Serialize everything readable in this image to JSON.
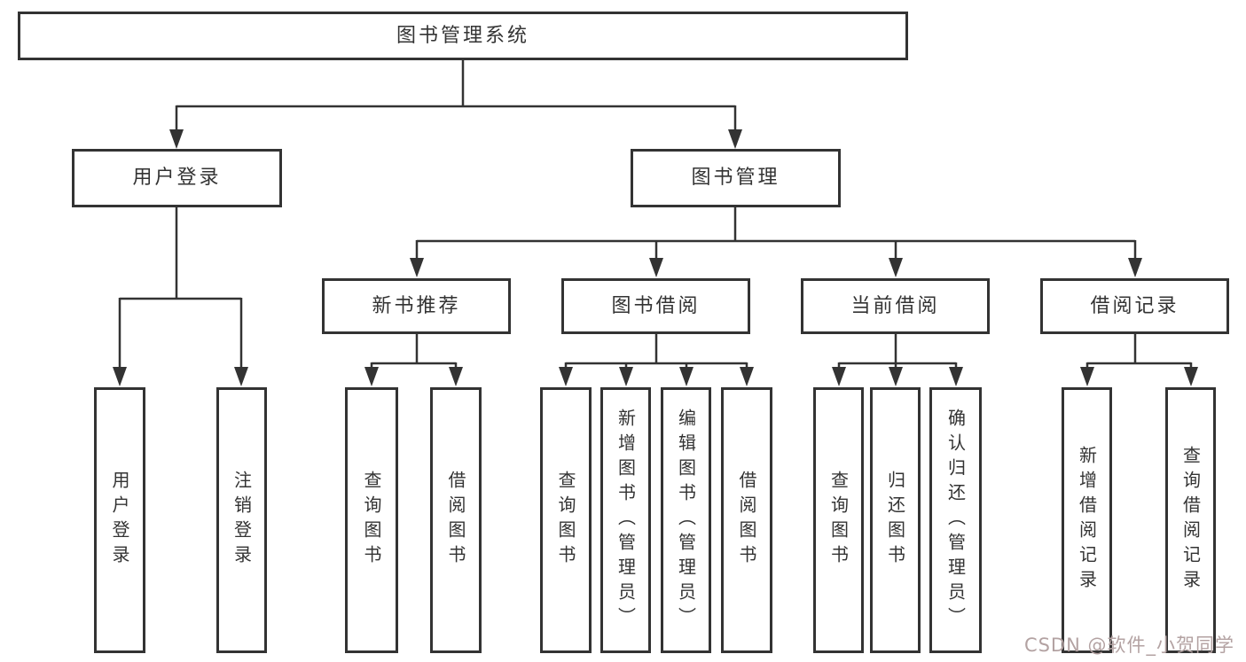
{
  "tree": {
    "root": {
      "label": "图书管理系统"
    },
    "branches": [
      {
        "label": "用户登录",
        "leaves": [
          {
            "label": "用户登录"
          },
          {
            "label": "注销登录"
          }
        ]
      },
      {
        "label": "图书管理",
        "sections": [
          {
            "label": "新书推荐",
            "leaves": [
              {
                "label": "查询图书"
              },
              {
                "label": "借阅图书"
              }
            ]
          },
          {
            "label": "图书借阅",
            "leaves": [
              {
                "label": "查询图书"
              },
              {
                "label": "新增图书（管理员）"
              },
              {
                "label": "编辑图书（管理员）"
              },
              {
                "label": "借阅图书"
              }
            ]
          },
          {
            "label": "当前借阅",
            "leaves": [
              {
                "label": "查询图书"
              },
              {
                "label": "归还图书"
              },
              {
                "label": "确认归还（管理员）"
              }
            ]
          },
          {
            "label": "借阅记录",
            "leaves": [
              {
                "label": "新增借阅记录"
              },
              {
                "label": "查询借阅记录"
              }
            ]
          }
        ]
      }
    ]
  },
  "watermark": {
    "text": "CSDN @软件_小贺同学",
    "color": "#b3a2a2"
  },
  "colors": {
    "line": "#333333",
    "box_border": "#333333",
    "text": "#333333",
    "background": "#ffffff"
  }
}
